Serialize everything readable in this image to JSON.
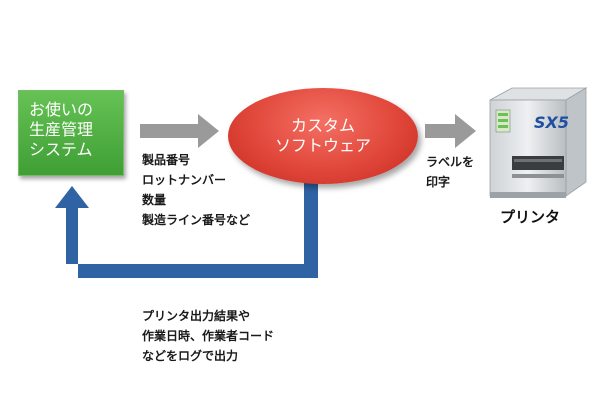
{
  "source_box": {
    "lines": [
      "お使いの",
      "生産管理",
      "システム"
    ],
    "color": "#4caf3f"
  },
  "custom_software": {
    "lines": [
      "カスタム",
      "ソフトウェア"
    ],
    "color": "#e0473a"
  },
  "data_sent": {
    "lines": [
      "製品番号",
      "ロットナンバー",
      "数量",
      "製造ライン番号など"
    ]
  },
  "print_action": {
    "lines": [
      "ラベルを",
      "印字"
    ]
  },
  "printer": {
    "label": "プリンタ",
    "logo": "SX5"
  },
  "feedback": {
    "lines": [
      "プリンタ出力結果や",
      "作業日時、作業者コード",
      "などをログで出力"
    ]
  },
  "colors": {
    "arrow_gray": "#9a9a9a",
    "feedback_arrow": "#2f63a4"
  }
}
